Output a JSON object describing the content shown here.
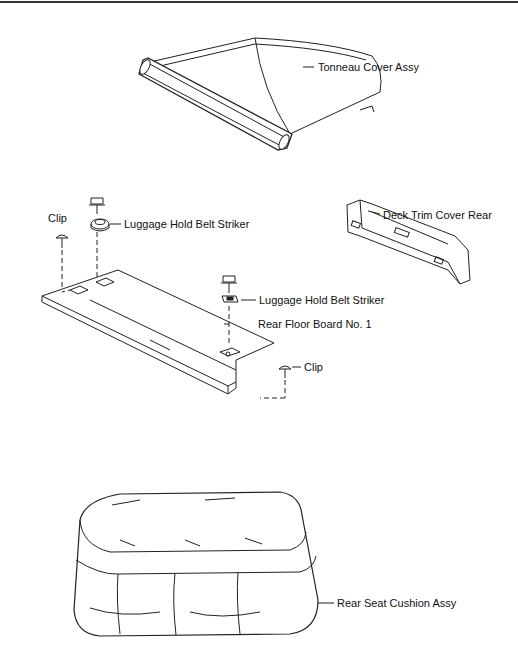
{
  "diagram": {
    "labels": [
      "Tonneau Cover Assy",
      "Clip",
      "Luggage Hold Belt Striker",
      "Deck Trim Cover Rear",
      "Luggage Hold Belt Striker",
      "Rear Floor Board No. 1",
      "Clip",
      "Rear Seat Cushion Assy"
    ]
  }
}
